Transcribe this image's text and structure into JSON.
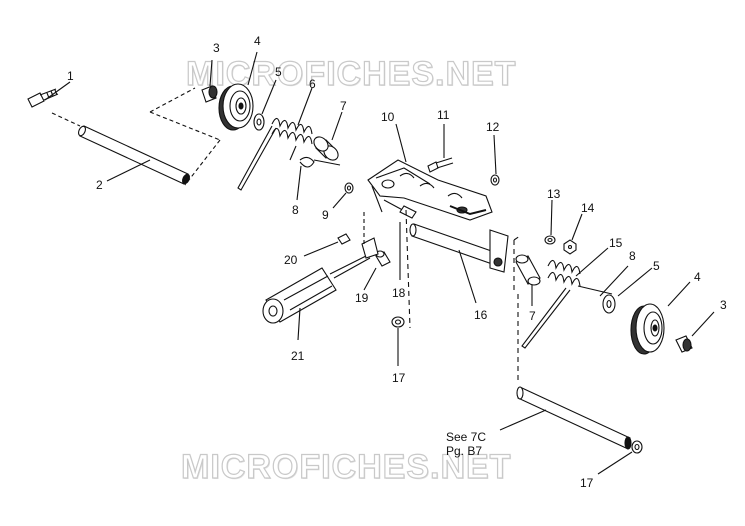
{
  "watermark_text": "MICROFICHES.NET",
  "note": {
    "line1": "See 7C",
    "line2": "Pg. B7"
  },
  "callouts": [
    "1",
    "2",
    "3",
    "4",
    "5",
    "6",
    "7",
    "8",
    "9",
    "10",
    "11",
    "12",
    "13",
    "14",
    "15",
    "8",
    "5",
    "4",
    "3",
    "16",
    "7",
    "17",
    "18",
    "19",
    "20",
    "21",
    "17"
  ]
}
